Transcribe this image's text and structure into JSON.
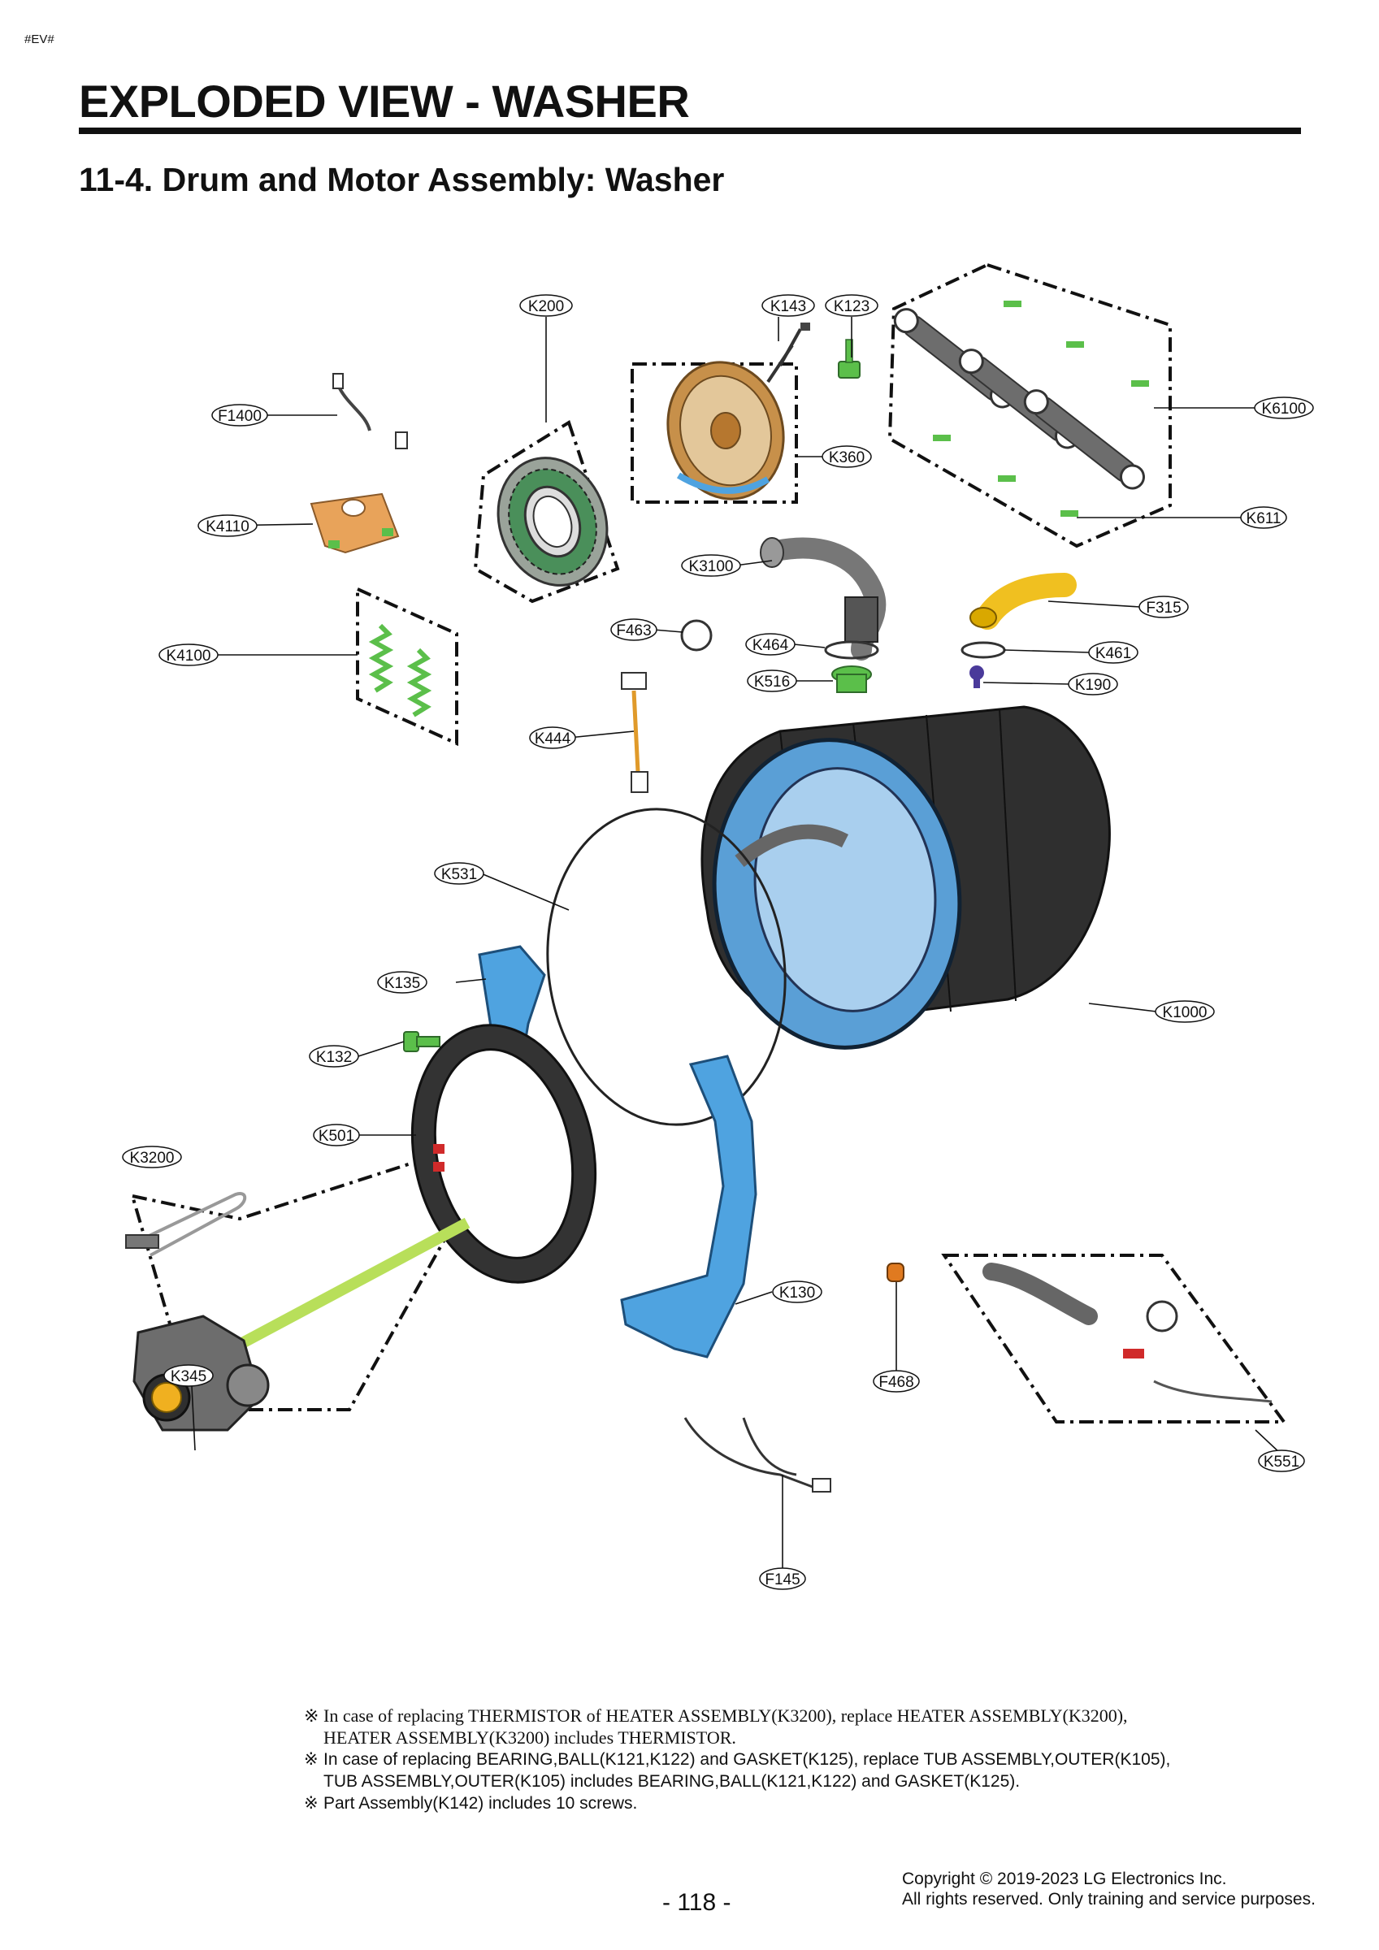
{
  "doc_tag": "#EV#",
  "title": "EXPLODED VIEW - WASHER",
  "subtitle": "11-4. Drum and Motor Assembly: Washer",
  "callouts": {
    "K200": "K200",
    "K143": "K143",
    "K123": "K123",
    "K6100": "K6100",
    "F1400": "F1400",
    "K360": "K360",
    "K4110": "K4110",
    "K611": "K611",
    "K3100": "K3100",
    "F315": "F315",
    "F463": "F463",
    "K464": "K464",
    "K461": "K461",
    "K4100": "K4100",
    "K516": "K516",
    "K190": "K190",
    "K444": "K444",
    "K531": "K531",
    "K135": "K135",
    "K1000": "K1000",
    "K132": "K132",
    "K501": "K501",
    "K3200": "K3200",
    "K130": "K130",
    "K345": "K345",
    "F468": "F468",
    "K551": "K551",
    "F145": "F145"
  },
  "notes": {
    "mark": "※",
    "n1_line1": "In case of replacing THERMISTOR of HEATER ASSEMBLY(K3200), replace HEATER ASSEMBLY(K3200),",
    "n1_line2": "HEATER ASSEMBLY(K3200) includes THERMISTOR.",
    "n2_line1": "In case of replacing BEARING,BALL(K121,K122) and GASKET(K125), replace TUB ASSEMBLY,OUTER(K105),",
    "n2_line2": "TUB ASSEMBLY,OUTER(K105) includes BEARING,BALL(K121,K122) and GASKET(K125).",
    "n3": "Part Assembly(K142) includes 10 screws."
  },
  "page_number": "- 118 -",
  "copyright_line1": "Copyright © 2019-2023 LG Electronics Inc.",
  "copyright_line2": "All rights reserved. Only training and service purposes.",
  "colors": {
    "part_blue": "#4fa3e0",
    "part_green": "#5bbf4a",
    "part_orange": "#e8a35a",
    "part_gold": "#c7904a",
    "part_gray": "#6d6d6d",
    "part_lime": "#b8df5a",
    "part_yellow": "#f0c020"
  }
}
